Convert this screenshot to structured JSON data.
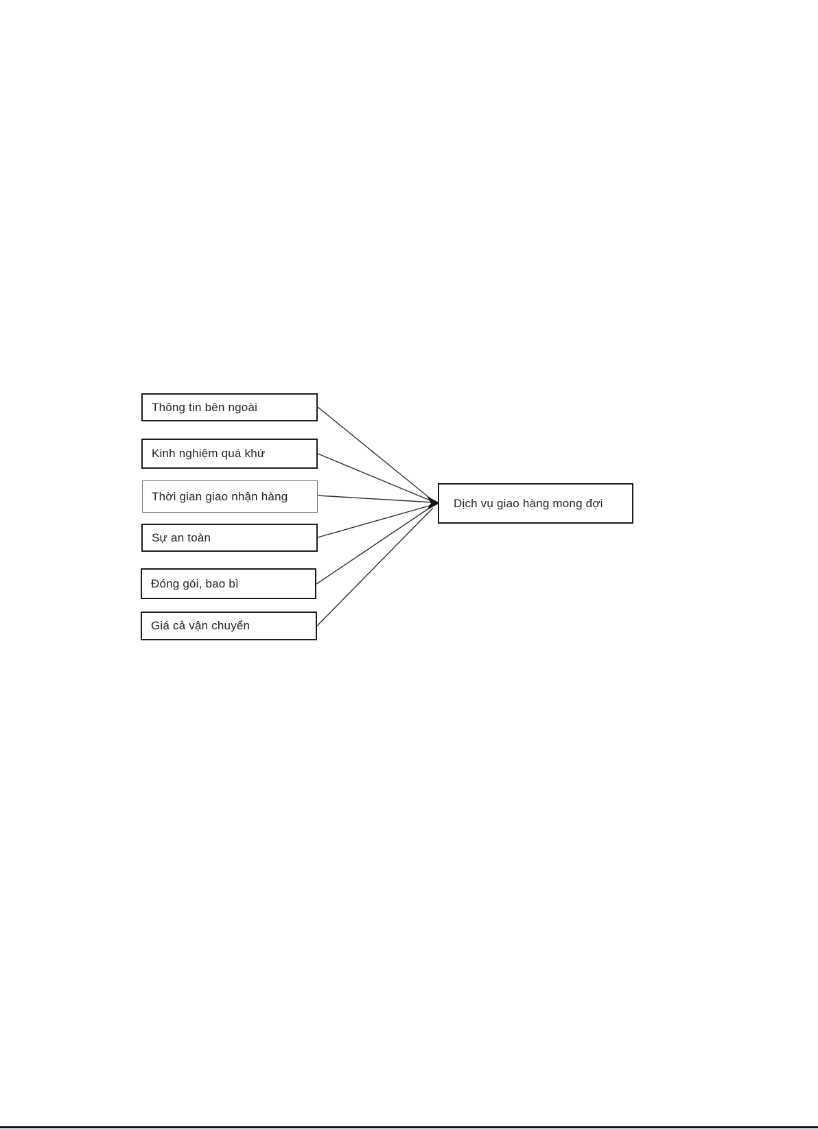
{
  "diagram": {
    "factors": [
      {
        "label": "Thông tin bên ngoài"
      },
      {
        "label": "Kinh nghiệm quá khứ"
      },
      {
        "label": "Thời gian giao nhận hàng"
      },
      {
        "label": "Sự an toàn"
      },
      {
        "label": "Đóng gói, bao bì"
      },
      {
        "label": "Giá cả vận chuyển"
      }
    ],
    "target": {
      "label": "Dịch vụ giao hàng mong đợi"
    }
  },
  "colors": {
    "box_border": "#1c1c1c",
    "line": "#2e2e2e",
    "text": "#222222",
    "page_background": "#ffffff",
    "bottom_rule": "#10101a"
  }
}
